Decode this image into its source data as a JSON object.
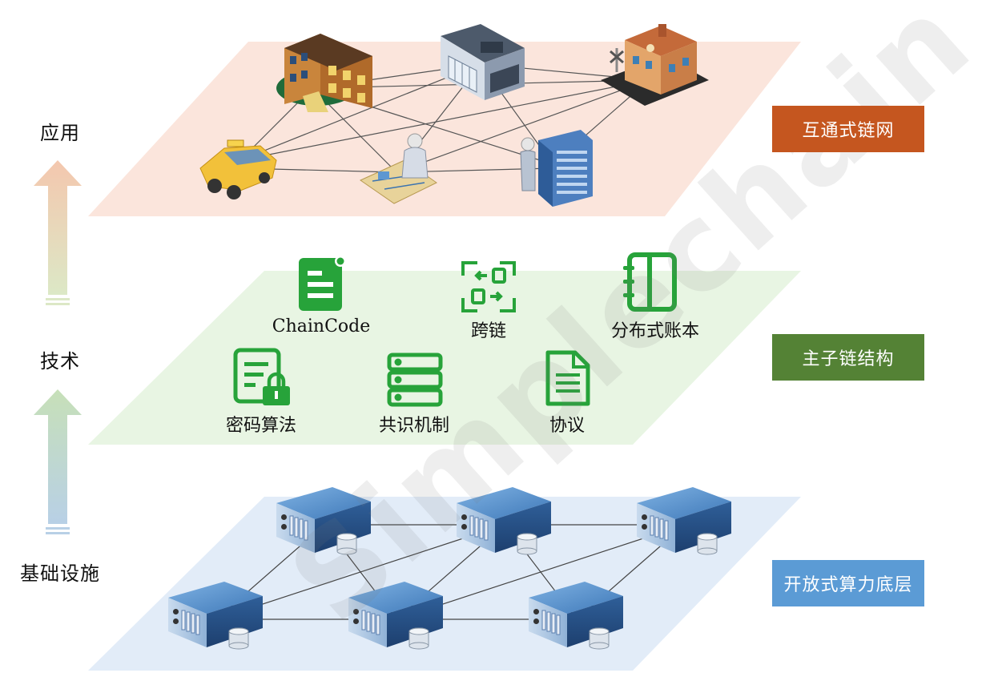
{
  "side_labels": {
    "application": "应用",
    "technology": "技术",
    "infrastructure": "基础设施"
  },
  "layer_tags": {
    "top": "互通式链网",
    "middle": "主子链结构",
    "bottom": "开放式算力底层"
  },
  "tech_items": {
    "chaincode": "ChainCode",
    "cross_chain": "跨链",
    "ledger": "分布式账本",
    "crypto": "密码算法",
    "consensus": "共识机制",
    "protocol": "协议"
  },
  "watermark": "Simplechain",
  "colors": {
    "tag_top": "#C5561F",
    "tag_middle": "#548235",
    "tag_bottom": "#5B9BD5",
    "icon_green": "#27A33A",
    "plane_top": "#FBE3DA",
    "plane_middle": "#E7F4E2",
    "plane_bottom": "#E1EBF7"
  }
}
